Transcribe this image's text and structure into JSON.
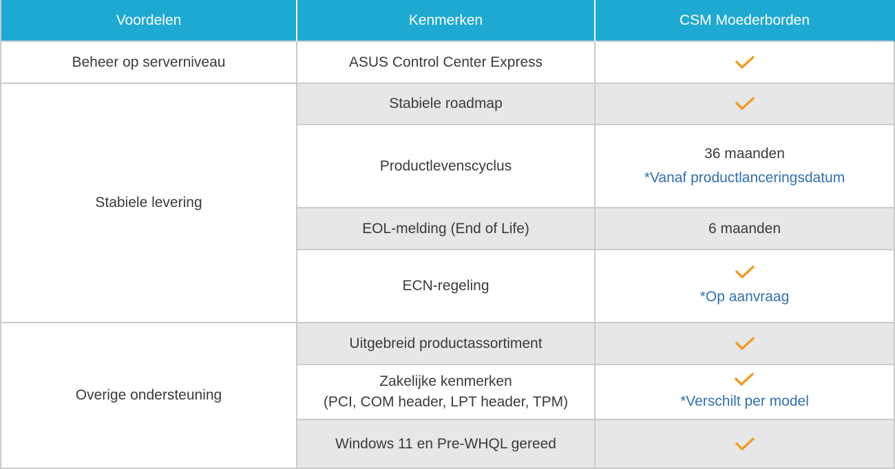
{
  "colors": {
    "header_bg": "#1ea9d2",
    "header_text": "#ffffff",
    "alt_row_bg": "#e6e7e8",
    "checkmark": "#f39a1e",
    "note_text": "#2f6fb0"
  },
  "header": {
    "col1": "Voordelen",
    "col2": "Kenmerken",
    "col3": "CSM Moederborden"
  },
  "groups": {
    "management": "Beheer op serverniveau",
    "stable_supply": "Stabiele levering",
    "other_support": "Overige ondersteuning"
  },
  "rows": [
    {
      "feature": "ASUS Control Center Express",
      "check": true
    },
    {
      "feature": "Stabiele roadmap",
      "check": true
    },
    {
      "feature": "Productlevenscyclus",
      "value": "36 maanden",
      "note": "*Vanaf productlanceringsdatum"
    },
    {
      "feature": "EOL-melding (End of Life)",
      "value": "6 maanden"
    },
    {
      "feature": "ECN-regeling",
      "check": true,
      "note": "*Op aanvraag"
    },
    {
      "feature": "Uitgebreid productassortiment",
      "check": true
    },
    {
      "feature_line1": "Zakelijke kenmerken",
      "feature_line2": "(PCI, COM header, LPT header, TPM)",
      "check": true,
      "note": "*Verschilt per model"
    },
    {
      "feature": "Windows 11 en Pre-WHQL gereed",
      "check": true
    }
  ]
}
